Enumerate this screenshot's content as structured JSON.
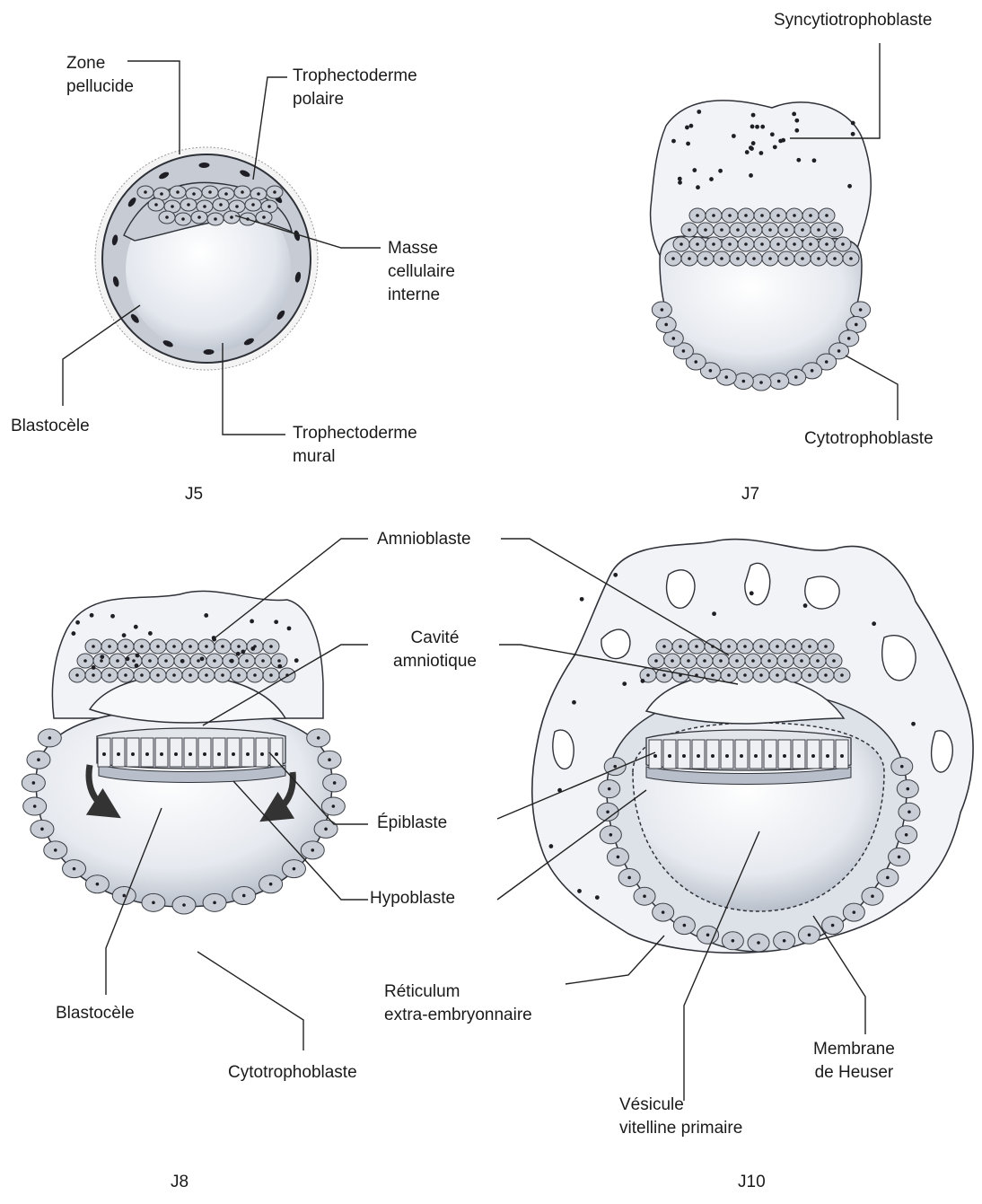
{
  "colors": {
    "cell_fill": "#c9ced6",
    "cell_stroke": "#3a3d44",
    "cavity_fill": "#e9ecf1",
    "syncytio_fill": "#f2f3f6",
    "nucleus": "#1e1e24"
  },
  "panels": {
    "j5": {
      "stage": "J5",
      "labels": {
        "zone_pellucide": "Zone\npellucide",
        "trophectoderme_polaire": "Trophectoderme\npolaire",
        "masse_cellulaire_interne": "Masse\ncellulaire\ninterne",
        "blastocele": "Blastocèle",
        "trophectoderme_mural": "Trophectoderme\nmural"
      }
    },
    "j7": {
      "stage": "J7",
      "labels": {
        "syncytiotrophoblaste": "Syncytiotrophoblaste",
        "cytotrophoblaste": "Cytotrophoblaste"
      }
    },
    "j8": {
      "stage": "J8",
      "labels": {
        "blastocele": "Blastocèle",
        "cytotrophoblaste": "Cytotrophoblaste"
      }
    },
    "shared": {
      "labels": {
        "amnioblaste": "Amnioblaste",
        "cavite_amniotique": "Cavité\namniotique",
        "epiblaste": "Épiblaste",
        "hypoblaste": "Hypoblaste"
      }
    },
    "j10": {
      "stage": "J10",
      "labels": {
        "reticulum": "Réticulum\nextra-embryonnaire",
        "membrane_heuser": "Membrane\nde Heuser",
        "vesicule": "Vésicule\nvitelline primaire"
      }
    }
  }
}
